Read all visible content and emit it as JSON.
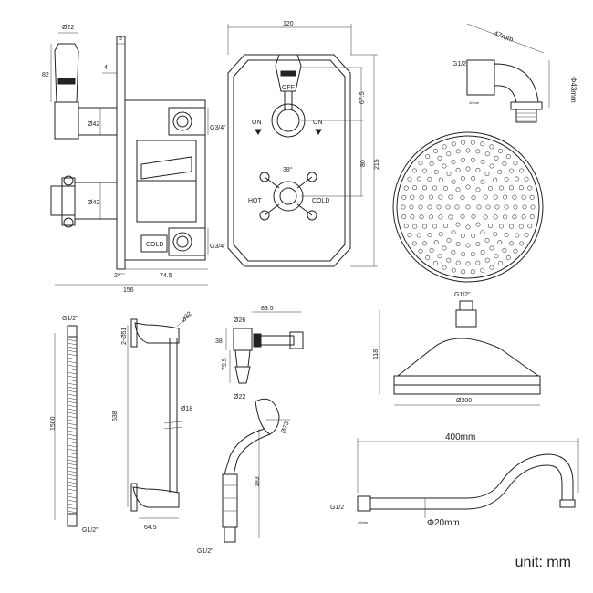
{
  "valve": {
    "top_width": "120",
    "left_knob_dia": "Ø22",
    "left_height": "82",
    "gap_5": "5",
    "gap_4": "4",
    "body_dia_1": "Ø42",
    "body_dia_2": "Ø42",
    "outlet_1": "G3/4\"",
    "outlet_2": "G3/4\"",
    "cold_label": "COLD",
    "off": "OFF",
    "on_left": "ON",
    "on_right": "ON",
    "temp": "38°",
    "hot": "HOT",
    "cold": "COLD",
    "dim_67_5": "67.5",
    "dim_80": "80",
    "dim_215": "215",
    "dim_24": "24",
    "dim_74_5": "74.5",
    "dim_156": "156"
  },
  "elbow": {
    "width": "47mm",
    "dia": "Φ43mm",
    "thread": "G1/2",
    "small": "40mm"
  },
  "hose": {
    "top": "G1/2\"",
    "length": "1500",
    "bottom": "G1/2\""
  },
  "rail": {
    "dia_32": "Ø32",
    "brackets": "2-Ø51",
    "length": "538",
    "dia_18": "Ø18",
    "base": "64.5"
  },
  "diverter": {
    "dia_26": "Ø26",
    "depth": "89.5",
    "height": "38",
    "drop": "79.5",
    "dia_22": "Ø22"
  },
  "handset": {
    "head_dia": "Ø73",
    "length": "183",
    "thread": "G1/2\""
  },
  "rose": {
    "thread": "G1/2\"",
    "height": "118",
    "dia": "Ø200"
  },
  "arm": {
    "length": "400mm",
    "thread": "G1/2",
    "dia": "Φ20mm",
    "small": "40mm"
  },
  "unit_note": "unit: mm"
}
